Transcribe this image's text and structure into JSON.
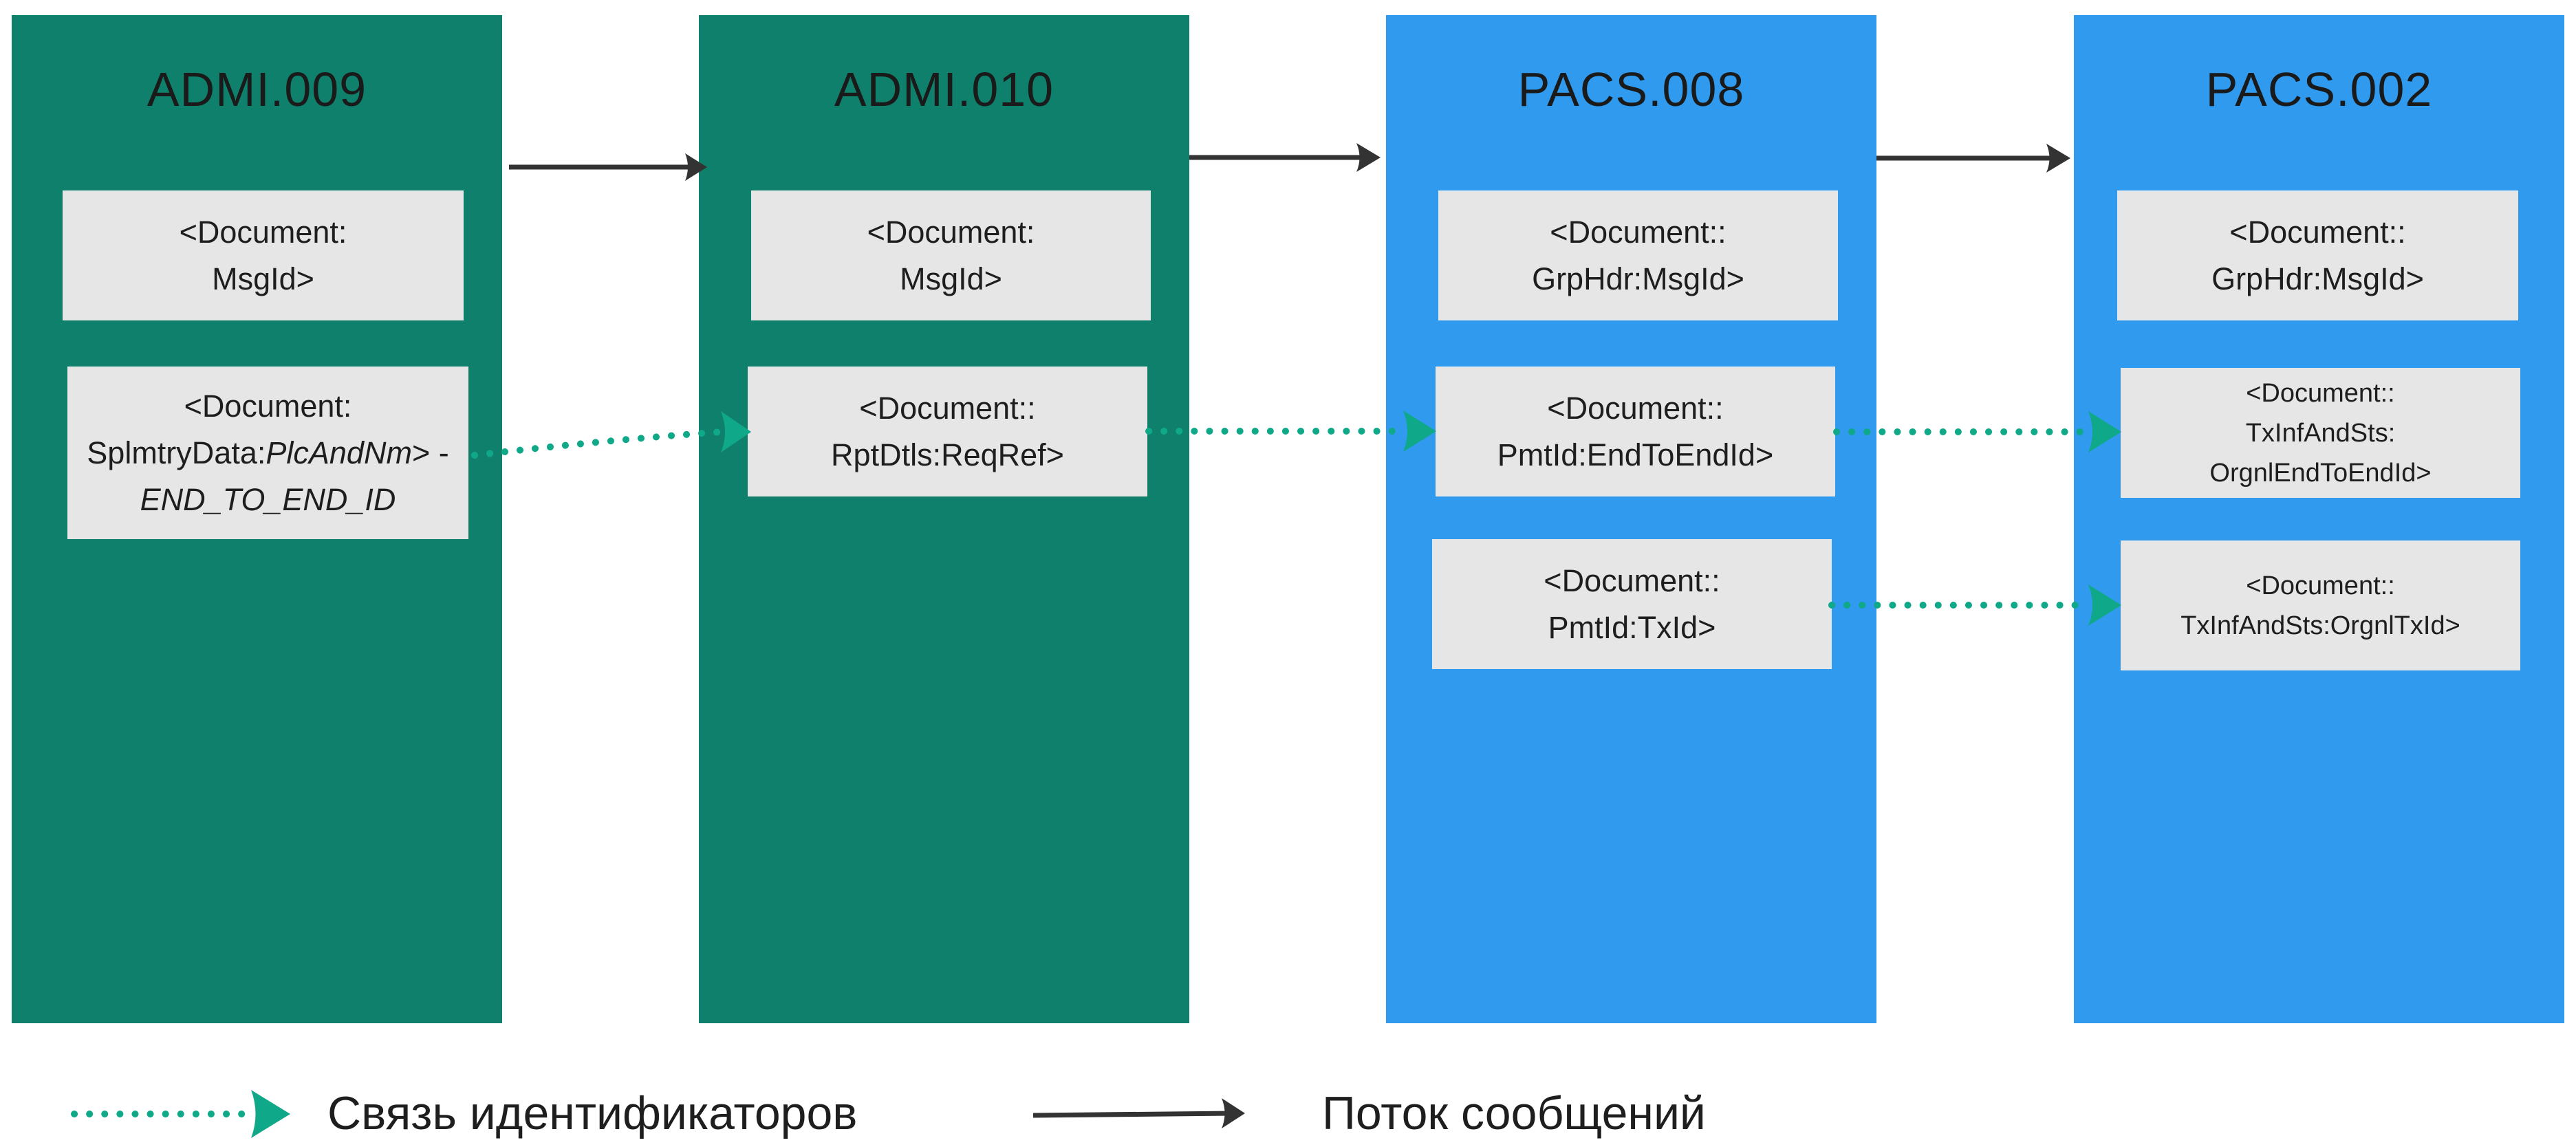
{
  "colors": {
    "admi": "#0f806b",
    "pacs": "#2f9aee",
    "field_box": "#e6e6e6",
    "id_link": "#0fa888",
    "message_flow": "#333333"
  },
  "columns": [
    {
      "title": "ADMI.009",
      "fields": [
        {
          "lines": [
            "<Document:",
            "MsgId>"
          ]
        },
        {
          "line1": "<Document:",
          "line2_plain": "SplmtryData:",
          "line2_italic": "PlcAndNm",
          "line2_tail": "> -",
          "line3_italic": "END_TO_END_ID"
        }
      ]
    },
    {
      "title": "ADMI.010",
      "fields": [
        {
          "lines": [
            "<Document:",
            "MsgId>"
          ]
        },
        {
          "lines": [
            "<Document::",
            "RptDtls:ReqRef>"
          ]
        }
      ]
    },
    {
      "title": "PACS.008",
      "fields": [
        {
          "lines": [
            "<Document::",
            "GrpHdr:MsgId>"
          ]
        },
        {
          "lines": [
            "<Document::",
            "PmtId:EndToEndId>"
          ]
        },
        {
          "lines": [
            "<Document::",
            "PmtId:TxId>"
          ]
        }
      ]
    },
    {
      "title": "PACS.002",
      "fields": [
        {
          "lines": [
            "<Document::",
            "GrpHdr:MsgId>"
          ]
        },
        {
          "lines": [
            "<Document::",
            "TxInfAndSts:",
            "OrgnlEndToEndId>"
          ]
        },
        {
          "lines": [
            "<Document::",
            "TxInfAndSts:OrgnlTxId>"
          ]
        }
      ]
    }
  ],
  "connections": {
    "message_flow": [
      {
        "from": "ADMI.009",
        "to": "ADMI.010"
      },
      {
        "from": "ADMI.010",
        "to": "PACS.008"
      },
      {
        "from": "PACS.008",
        "to": "PACS.002"
      }
    ],
    "id_links": [
      {
        "from": "ADMI.009 SplmtryData:PlcAndNm",
        "to": "ADMI.010 RptDtls:ReqRef"
      },
      {
        "from": "ADMI.010 RptDtls:ReqRef",
        "to": "PACS.008 PmtId:EndToEndId"
      },
      {
        "from": "PACS.008 PmtId:EndToEndId",
        "to": "PACS.002 TxInfAndSts:OrgnlEndToEndId"
      },
      {
        "from": "PACS.008 PmtId:TxId",
        "to": "PACS.002 TxInfAndSts:OrgnlTxId"
      }
    ]
  },
  "legend": {
    "id_link_label": "Связь идентификаторов",
    "message_flow_label": "Поток сообщений"
  }
}
